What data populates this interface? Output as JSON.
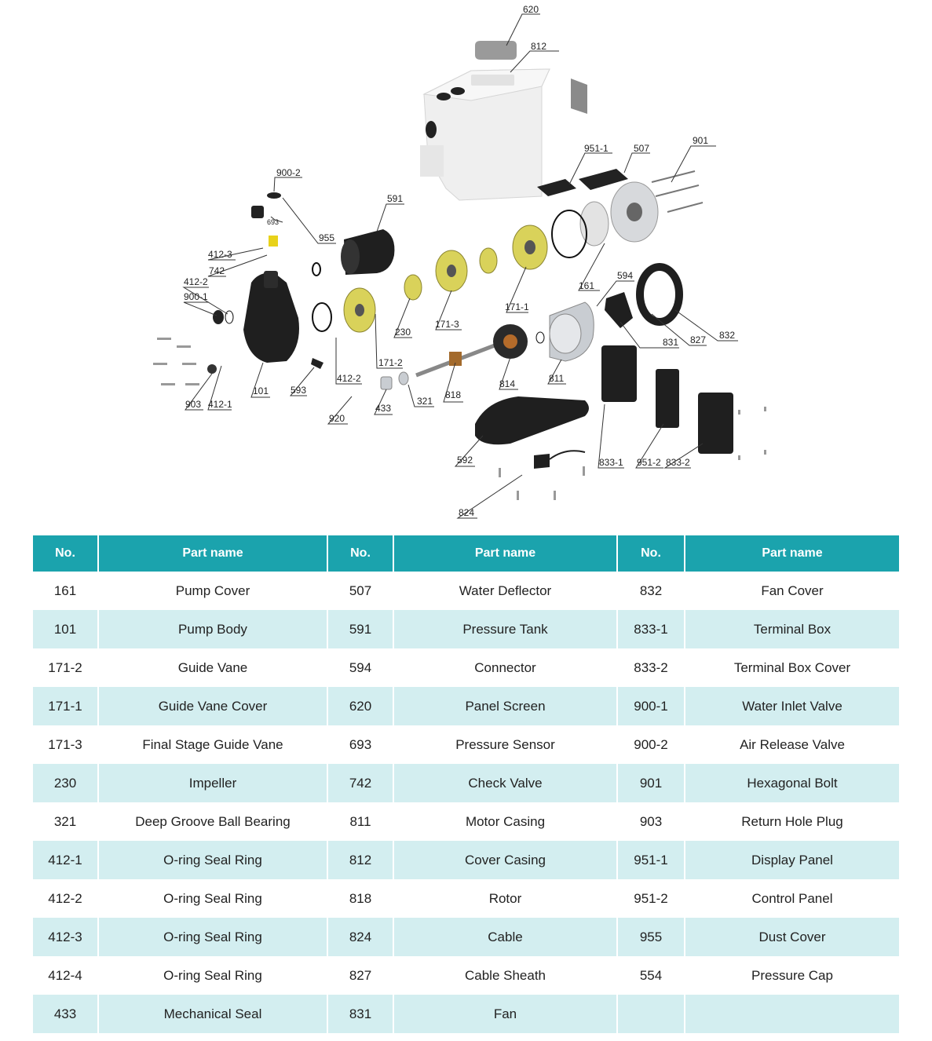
{
  "diagram": {
    "labels": [
      "620",
      "812",
      "951-1",
      "507",
      "901",
      "900-2",
      "591",
      "955",
      "693",
      "412-3",
      "742",
      "412-2",
      "900-1",
      "161",
      "594",
      "171-1",
      "230",
      "171-3",
      "832",
      "827",
      "831",
      "171-2",
      "412-2",
      "814",
      "811",
      "101",
      "593",
      "903",
      "412-1",
      "433",
      "321",
      "818",
      "920",
      "592",
      "833-1",
      "951-2",
      "833-2",
      "824"
    ],
    "colors": {
      "housing": "#eeeeee",
      "black_part": "#1f1f1f",
      "yellow_part": "#d9d25a",
      "silver_part": "#c9cdd2"
    }
  },
  "table": {
    "headers": [
      "No.",
      "Part name",
      "No.",
      "Part name",
      "No.",
      "Part name"
    ],
    "header_color": "#1ba3ad",
    "stripe_color": "#d3eef0",
    "rows": [
      [
        "161",
        "Pump Cover",
        "507",
        "Water Deflector",
        "832",
        "Fan Cover"
      ],
      [
        "101",
        "Pump Body",
        "591",
        "Pressure Tank",
        "833-1",
        "Terminal Box"
      ],
      [
        "171-2",
        "Guide Vane",
        "594",
        "Connector",
        "833-2",
        "Terminal Box Cover"
      ],
      [
        "171-1",
        "Guide Vane Cover",
        "620",
        "Panel Screen",
        "900-1",
        "Water Inlet Valve"
      ],
      [
        "171-3",
        "Final Stage Guide Vane",
        "693",
        "Pressure Sensor",
        "900-2",
        "Air Release Valve"
      ],
      [
        "230",
        "Impeller",
        "742",
        "Check Valve",
        "901",
        "Hexagonal Bolt"
      ],
      [
        "321",
        "Deep Groove Ball Bearing",
        "811",
        "Motor Casing",
        "903",
        "Return Hole Plug"
      ],
      [
        "412-1",
        "O-ring Seal Ring",
        "812",
        "Cover Casing",
        "951-1",
        "Display Panel"
      ],
      [
        "412-2",
        "O-ring Seal Ring",
        "818",
        "Rotor",
        "951-2",
        "Control Panel"
      ],
      [
        "412-3",
        "O-ring Seal Ring",
        "824",
        "Cable",
        "955",
        "Dust Cover"
      ],
      [
        "412-4",
        "O-ring Seal Ring",
        "827",
        "Cable Sheath",
        "554",
        "Pressure Cap"
      ],
      [
        "433",
        "Mechanical Seal",
        "831",
        "Fan",
        "",
        ""
      ]
    ]
  }
}
